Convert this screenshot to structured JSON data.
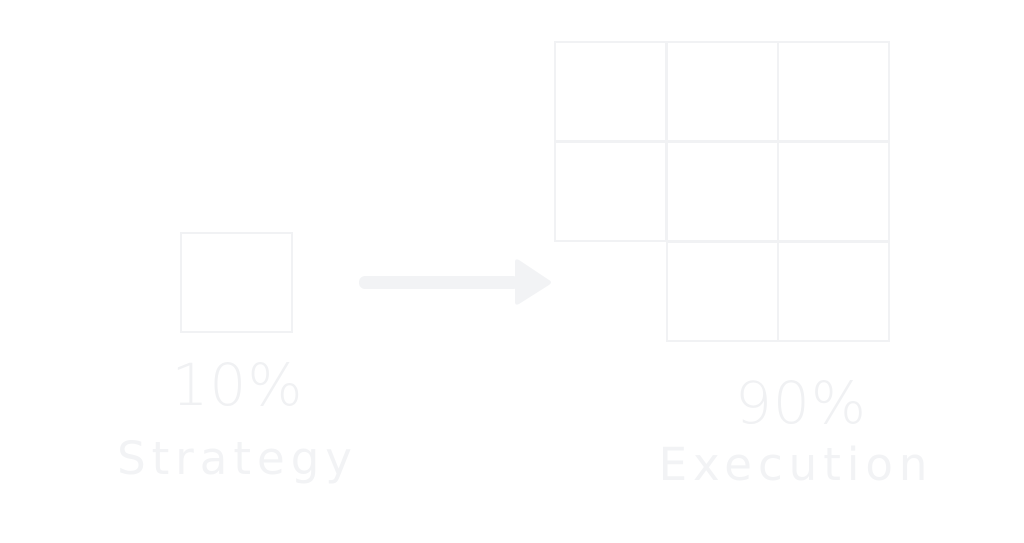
{
  "strategy": {
    "percent": "10%",
    "label": "Strategy"
  },
  "execution": {
    "percent": "90%",
    "label": "Execution"
  },
  "colors": {
    "background": "#ffffff",
    "box_border": "#f1f2f4",
    "arrow": "#f2f3f5",
    "text": "#f0f1f3"
  },
  "icons": {
    "arrow": "right-arrow-icon"
  }
}
